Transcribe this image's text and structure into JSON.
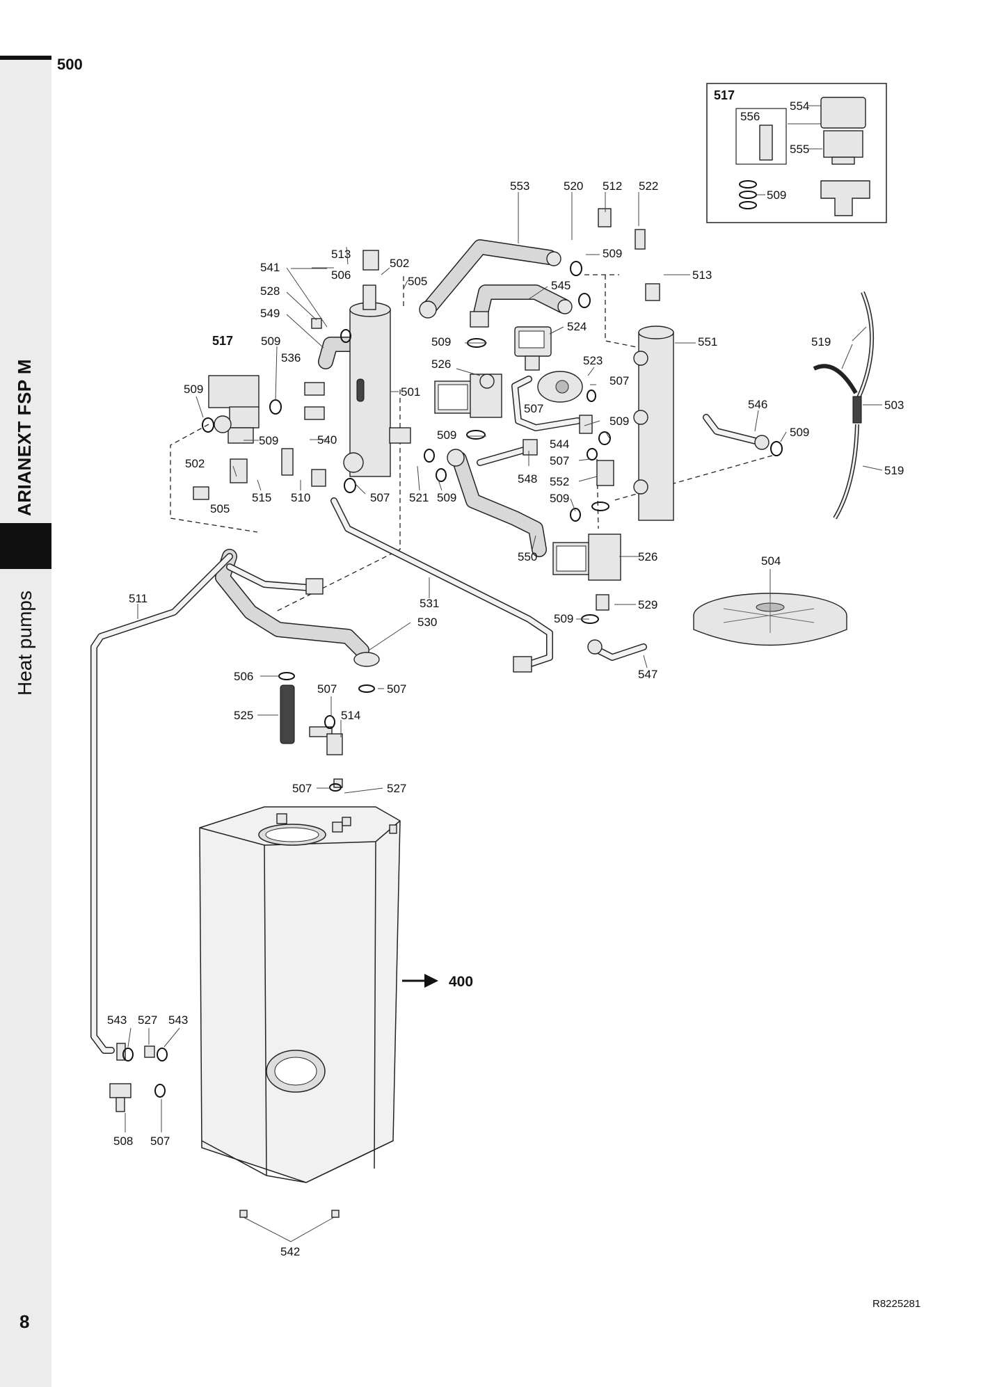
{
  "header": {
    "section_number": "500",
    "side_title": "ARIANEXT FSP M",
    "side_subtitle": "Heat pumps"
  },
  "footer": {
    "page_number": "8",
    "document_reference": "R8225281"
  },
  "inset": {
    "title": "517",
    "labels": [
      "554",
      "556",
      "555",
      "509"
    ]
  },
  "cross_reference": "400",
  "part_labels": {
    "l553": "553",
    "l520": "520",
    "l512": "512",
    "l522": "522",
    "l509a": "509",
    "l513a": "513",
    "l502a": "502",
    "l506a": "506",
    "l505a": "505",
    "l541": "541",
    "l528a": "528",
    "l549": "549",
    "l545": "545",
    "l513b": "513",
    "l524": "524",
    "l517": "517",
    "l509b": "509",
    "l536": "536",
    "l509c": "509",
    "l526a": "526",
    "l523": "523",
    "l551": "551",
    "l519a": "519",
    "l509d": "509",
    "l501": "501",
    "l507a": "507",
    "l507b": "507",
    "l509e": "509",
    "l544": "544",
    "l546": "546",
    "l503": "503",
    "l509f": "509",
    "l509g": "509",
    "l540": "540",
    "l509h": "509",
    "l507c": "507",
    "l519b": "519",
    "l502b": "502",
    "l548": "548",
    "l552": "552",
    "l505b": "505",
    "l515": "515",
    "l510": "510",
    "l507d": "507",
    "l521": "521",
    "l509i": "509",
    "l509j": "509",
    "l550": "550",
    "l526b": "526",
    "l504": "504",
    "l511": "511",
    "l531": "531",
    "l529": "529",
    "l509k": "509",
    "l530": "530",
    "l547": "547",
    "l506b": "506",
    "l507e": "507",
    "l507f": "507",
    "l525": "525",
    "l514": "514",
    "l507g": "507",
    "l527a": "527",
    "l543a": "543",
    "l527b": "527",
    "l543b": "543",
    "l508": "508",
    "l507h": "507",
    "l542": "542"
  }
}
